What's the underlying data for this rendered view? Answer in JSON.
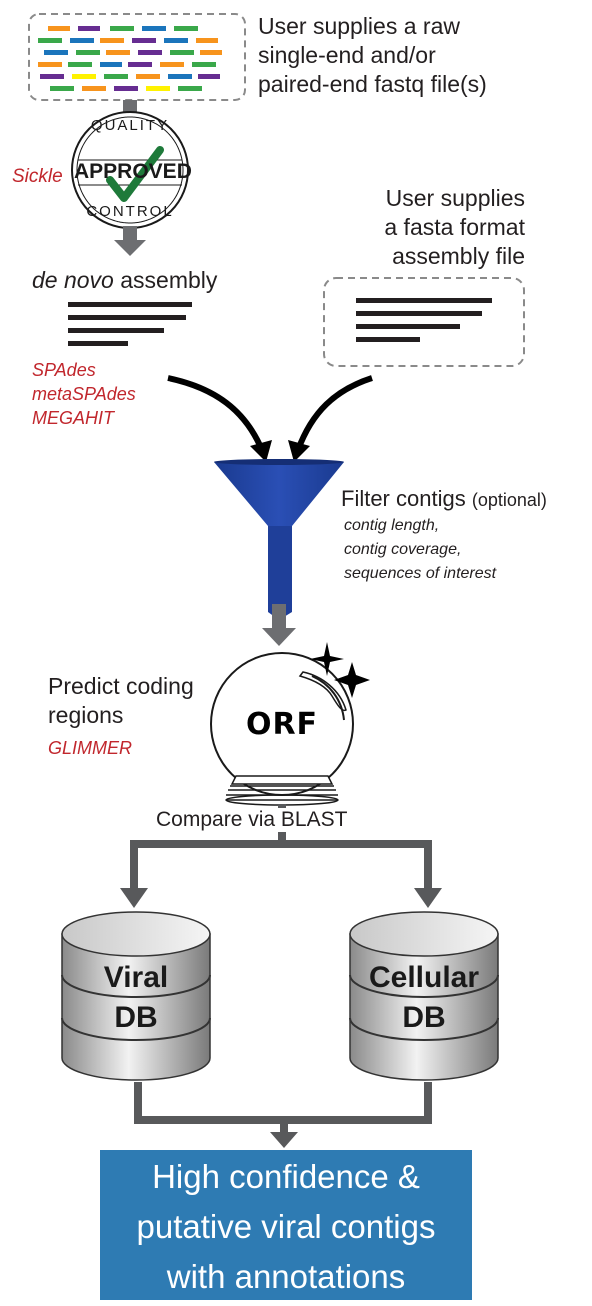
{
  "input_reads": {
    "lines": [
      "User supplies a raw",
      "single-end and/or",
      "paired-end fastq file(s)"
    ]
  },
  "quality_control": {
    "tool": "Sickle",
    "badge_top": "QUALITY",
    "badge_middle": "APPROVED",
    "badge_bottom": "CONTROL"
  },
  "assembly": {
    "title_italic": "de novo",
    "title_rest": " assembly",
    "tools": [
      "SPAdes",
      "metaSPAdes",
      "MEGAHIT"
    ]
  },
  "user_assembly": {
    "lines": [
      "User supplies",
      "a fasta format",
      "assembly file"
    ]
  },
  "filter": {
    "title": "Filter contigs",
    "optional": "(optional)",
    "criteria": [
      "contig length,",
      "contig coverage,",
      "sequences of interest"
    ]
  },
  "predict": {
    "lines": [
      "Predict coding",
      "regions"
    ],
    "tool": "GLIMMER",
    "orb_label": "ORF"
  },
  "compare": {
    "label": "Compare via BLAST"
  },
  "databases": {
    "viral": [
      "Viral",
      "DB"
    ],
    "cellular": [
      "Cellular",
      "DB"
    ]
  },
  "result": {
    "lines": [
      "High confidence &",
      "putative viral contigs",
      "with annotations"
    ]
  },
  "colors": {
    "accent_red": "#c1272d",
    "funnel_blue": "#1f3f99",
    "result_blue": "#2e7bb3",
    "arrow_gray": "#6d6e71"
  }
}
